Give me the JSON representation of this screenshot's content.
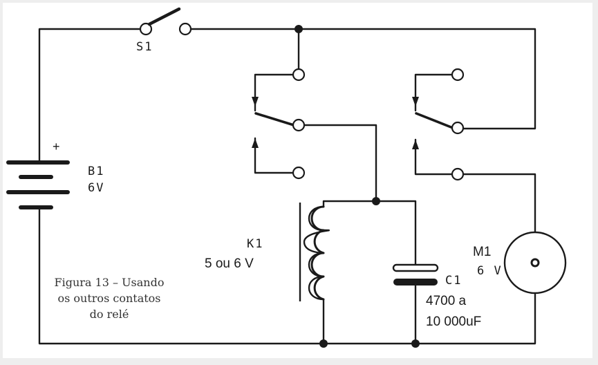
{
  "components": {
    "switch": {
      "ref": "S1"
    },
    "battery": {
      "ref": "B1",
      "value": "6V",
      "polarity": "+"
    },
    "relay": {
      "ref": "K1",
      "value": "5 ou 6 V"
    },
    "capacitor": {
      "ref": "C1",
      "value_line1": "4700 a",
      "value_line2": "10 000uF"
    },
    "motor": {
      "ref": "M1",
      "value": "6 V"
    }
  },
  "caption": {
    "line1": "Figura 13 – Usando",
    "line2": "os outros contatos",
    "line3": "do relé"
  },
  "colors": {
    "ink": "#1a1a1a",
    "background": "#ffffff",
    "border": "#eeeeee"
  }
}
